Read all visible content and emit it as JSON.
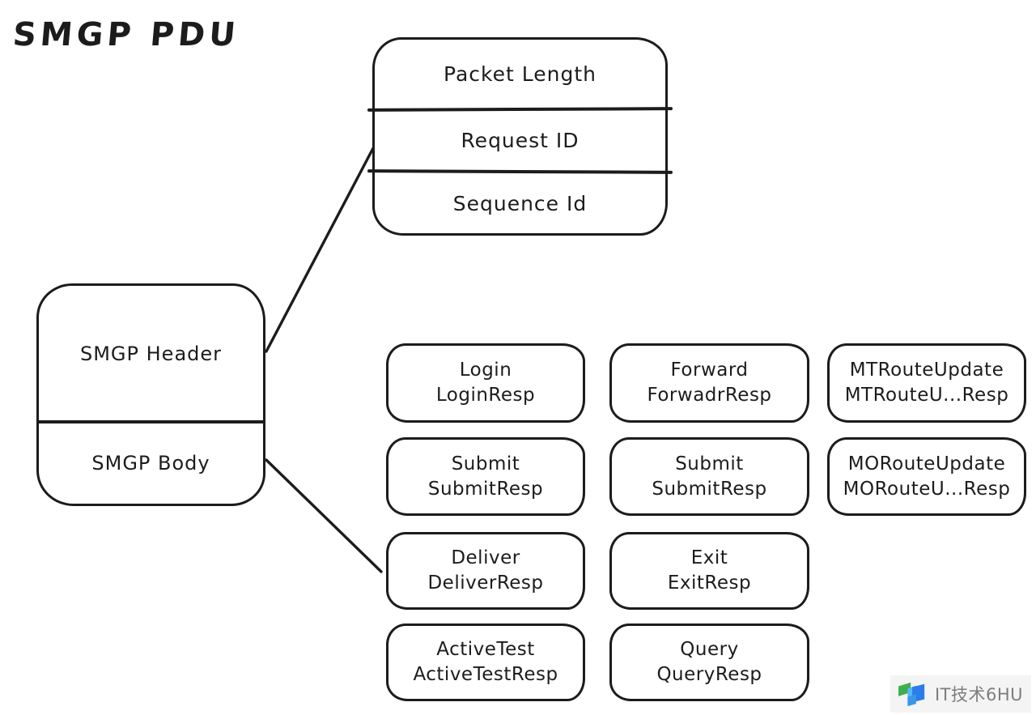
{
  "title": "SMGP PDU",
  "colors": {
    "stroke": "#1c1c1c",
    "background": "#ffffff",
    "watermark_text": "#7d7d7d",
    "logo_green": "#3cb04e",
    "logo_blue": "#2b7de9",
    "logo_lightblue": "#5db6f7"
  },
  "header_fields_box": {
    "rows": [
      "Packet Length",
      "Request ID",
      "Sequence Id"
    ]
  },
  "pdu_box": {
    "header_label": "SMGP Header",
    "body_label": "SMGP Body"
  },
  "body_ops": [
    {
      "line1": "Login",
      "line2": "LoginResp"
    },
    {
      "line1": "Forward",
      "line2": "ForwadrResp"
    },
    {
      "line1": "MTRouteUpdate",
      "line2": "MTRouteU...Resp"
    },
    {
      "line1": "Submit",
      "line2": "SubmitResp"
    },
    {
      "line1": "Submit",
      "line2": "SubmitResp"
    },
    {
      "line1": "MORouteUpdate",
      "line2": "MORouteU...Resp"
    },
    {
      "line1": "Deliver",
      "line2": "DeliverResp"
    },
    {
      "line1": "Exit",
      "line2": "ExitResp"
    },
    {
      "line1": "ActiveTest",
      "line2": "ActiveTestResp"
    },
    {
      "line1": "Query",
      "line2": "QueryResp"
    }
  ],
  "watermark": {
    "text": "IT技术6HU"
  }
}
